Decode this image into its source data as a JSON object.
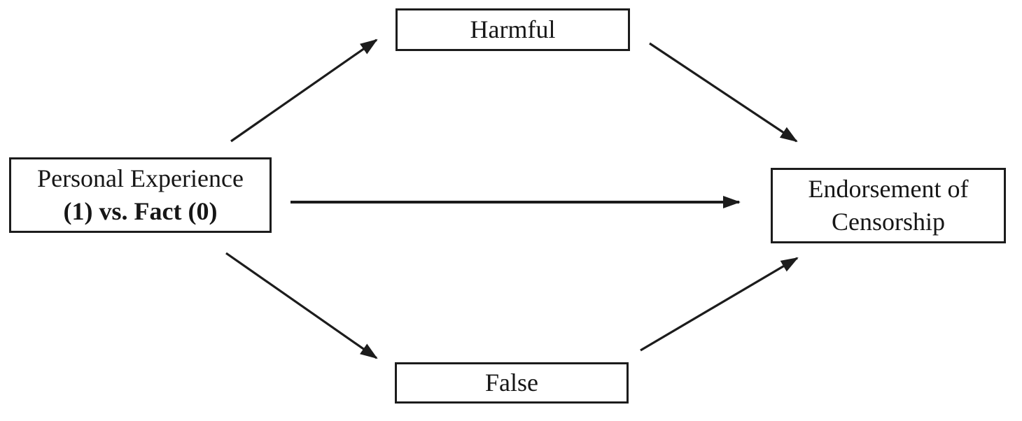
{
  "colors": {
    "background": "#ffffff",
    "line": "#1c1c1c",
    "text": "#161616",
    "box-border": "#1c1c1c",
    "box-fill": "#ffffff"
  },
  "nodes": {
    "predictor": {
      "line1": "Personal Experience",
      "line2": "(1) vs. Fact (0)"
    },
    "mediator_top": {
      "label": "Harmful"
    },
    "mediator_bottom": {
      "label": "False"
    },
    "outcome": {
      "line1": "Endorsement of",
      "line2": "Censorship"
    }
  },
  "edges": [
    {
      "from": "Personal Experience (1) vs. Fact (0)",
      "to": "Harmful"
    },
    {
      "from": "Harmful",
      "to": "Endorsement of Censorship"
    },
    {
      "from": "Personal Experience (1) vs. Fact (0)",
      "to": "Endorsement of Censorship"
    },
    {
      "from": "Personal Experience (1) vs. Fact (0)",
      "to": "False"
    },
    {
      "from": "False",
      "to": "Endorsement of Censorship"
    }
  ]
}
